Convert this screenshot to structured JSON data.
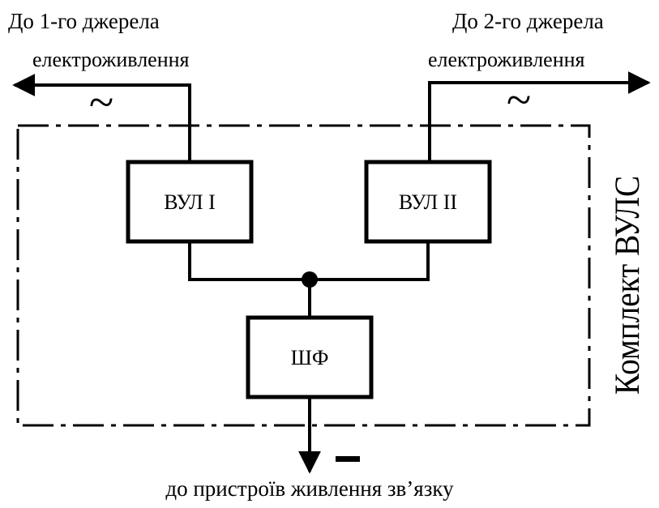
{
  "labels": {
    "source1_line1": "До 1-го джерела",
    "source1_line2": "електроживлення",
    "source2_line1": "До 2-го джерела",
    "source2_line2": "електроживлення",
    "output_caption": "до пристроїв живлення зв’язку",
    "kit_label": "Комплект ВУЛС",
    "ac_symbol": "~",
    "dc_symbol": "–"
  },
  "blocks": {
    "vul1": "ВУЛ І",
    "vul2": "ВУЛ ІІ",
    "shf": "ШФ"
  }
}
